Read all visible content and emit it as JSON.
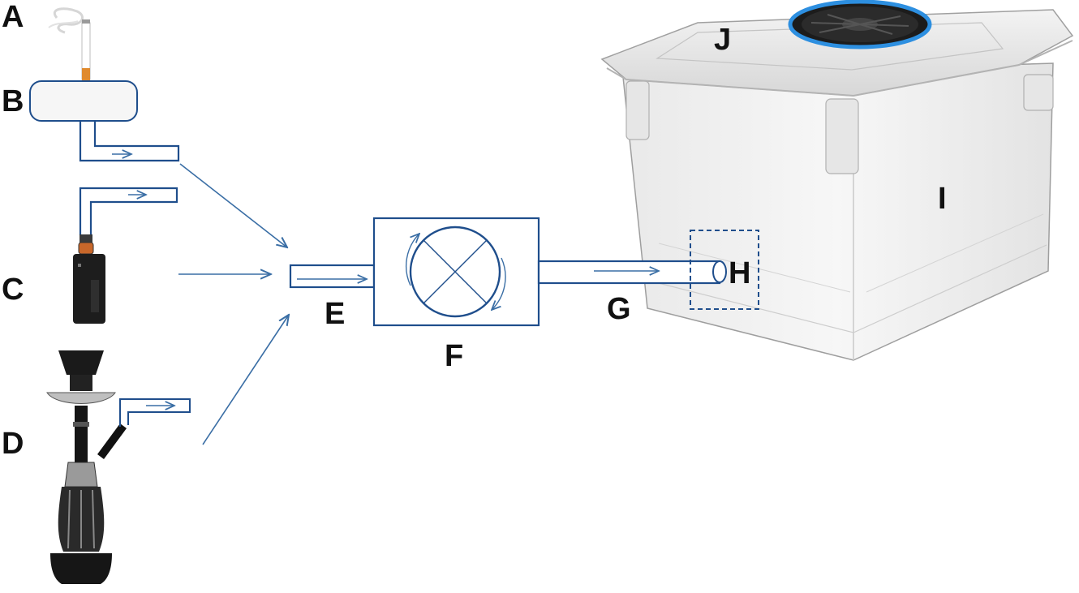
{
  "labels": {
    "a": "A",
    "b": "B",
    "c": "C",
    "d": "D",
    "e": "E",
    "f": "F",
    "g": "G",
    "h": "H",
    "i": "I",
    "j": "J"
  },
  "icons": {
    "cigarette": "cigarette-icon",
    "smoking_machine": "smoking-machine-icon",
    "vape": "e-cigarette-icon",
    "hookah": "hookah-icon",
    "pump": "pump-icon",
    "chamber": "exposure-chamber-icon",
    "fan": "fan-icon"
  },
  "colors": {
    "line": "#1f4e8c",
    "arrow": "#3a6ea5",
    "fan_ring": "#2d8fe0",
    "label": "#111111"
  }
}
